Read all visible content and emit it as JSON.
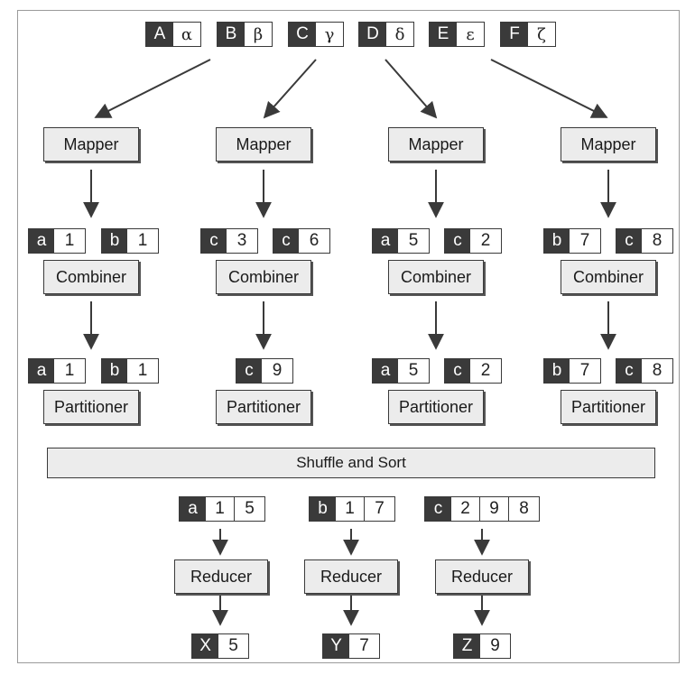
{
  "inputs": [
    {
      "key": "A",
      "value": "α"
    },
    {
      "key": "B",
      "value": "β"
    },
    {
      "key": "C",
      "value": "γ"
    },
    {
      "key": "D",
      "value": "δ"
    },
    {
      "key": "E",
      "value": "ε"
    },
    {
      "key": "F",
      "value": "ζ"
    }
  ],
  "mapper_label": "Mapper",
  "combiner_label": "Combiner",
  "partitioner_label": "Partitioner",
  "reducer_label": "Reducer",
  "shuffle_label": "Shuffle and Sort",
  "mapper_outputs": [
    [
      {
        "key": "a",
        "value": "1"
      },
      {
        "key": "b",
        "value": "1"
      }
    ],
    [
      {
        "key": "c",
        "value": "3"
      },
      {
        "key": "c",
        "value": "6"
      }
    ],
    [
      {
        "key": "a",
        "value": "5"
      },
      {
        "key": "c",
        "value": "2"
      }
    ],
    [
      {
        "key": "b",
        "value": "7"
      },
      {
        "key": "c",
        "value": "8"
      }
    ]
  ],
  "combiner_outputs": [
    [
      {
        "key": "a",
        "value": "1"
      },
      {
        "key": "b",
        "value": "1"
      }
    ],
    [
      {
        "key": "c",
        "value": "9"
      }
    ],
    [
      {
        "key": "a",
        "value": "5"
      },
      {
        "key": "c",
        "value": "2"
      }
    ],
    [
      {
        "key": "b",
        "value": "7"
      },
      {
        "key": "c",
        "value": "8"
      }
    ]
  ],
  "reducer_inputs": [
    {
      "key": "a",
      "values": [
        "1",
        "5"
      ]
    },
    {
      "key": "b",
      "values": [
        "1",
        "7"
      ]
    },
    {
      "key": "c",
      "values": [
        "2",
        "9",
        "8"
      ]
    }
  ],
  "outputs": [
    {
      "key": "X",
      "value": "5"
    },
    {
      "key": "Y",
      "value": "7"
    },
    {
      "key": "Z",
      "value": "9"
    }
  ]
}
